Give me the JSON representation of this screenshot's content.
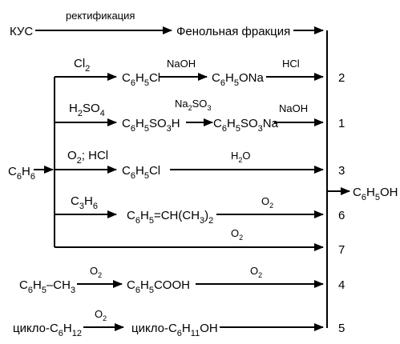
{
  "diagram": {
    "kus": "КУС",
    "rect_label": "ректификация",
    "phenol_fraction": "Фенольная фракция",
    "benzene": "C6H6",
    "product": "C6H5OH",
    "route2": {
      "reagent1": "Cl2",
      "inter1": "C6H5Cl",
      "reagent2": "NaOH",
      "inter2": "C6H5ONa",
      "reagent3": "HCl",
      "num": "2"
    },
    "route1": {
      "reagent1": "H2SO4",
      "inter1": "C6H5SO3H",
      "reagent2": "Na2SO3",
      "inter2": "C6H5SO3Na",
      "reagent3": "NaOH",
      "num": "1"
    },
    "route3": {
      "reagent1": "O2; HCl",
      "inter1": "C6H5Cl",
      "reagent2": "H2O",
      "num": "3"
    },
    "route6": {
      "reagent1": "C3H6",
      "inter1": "C6H5=CH(CH3)2",
      "reagent2": "O2",
      "num": "6"
    },
    "route7": {
      "reagent1": "O2",
      "num": "7"
    },
    "route4": {
      "start": "C6H5–CH3",
      "reagent1": "O2",
      "inter1": "C6H5COOH",
      "reagent2": "O2",
      "num": "4"
    },
    "route5": {
      "start": "цикло-C6H12",
      "reagent1": "O2",
      "inter1": "цикло-C6H11OH",
      "num": "5"
    }
  }
}
